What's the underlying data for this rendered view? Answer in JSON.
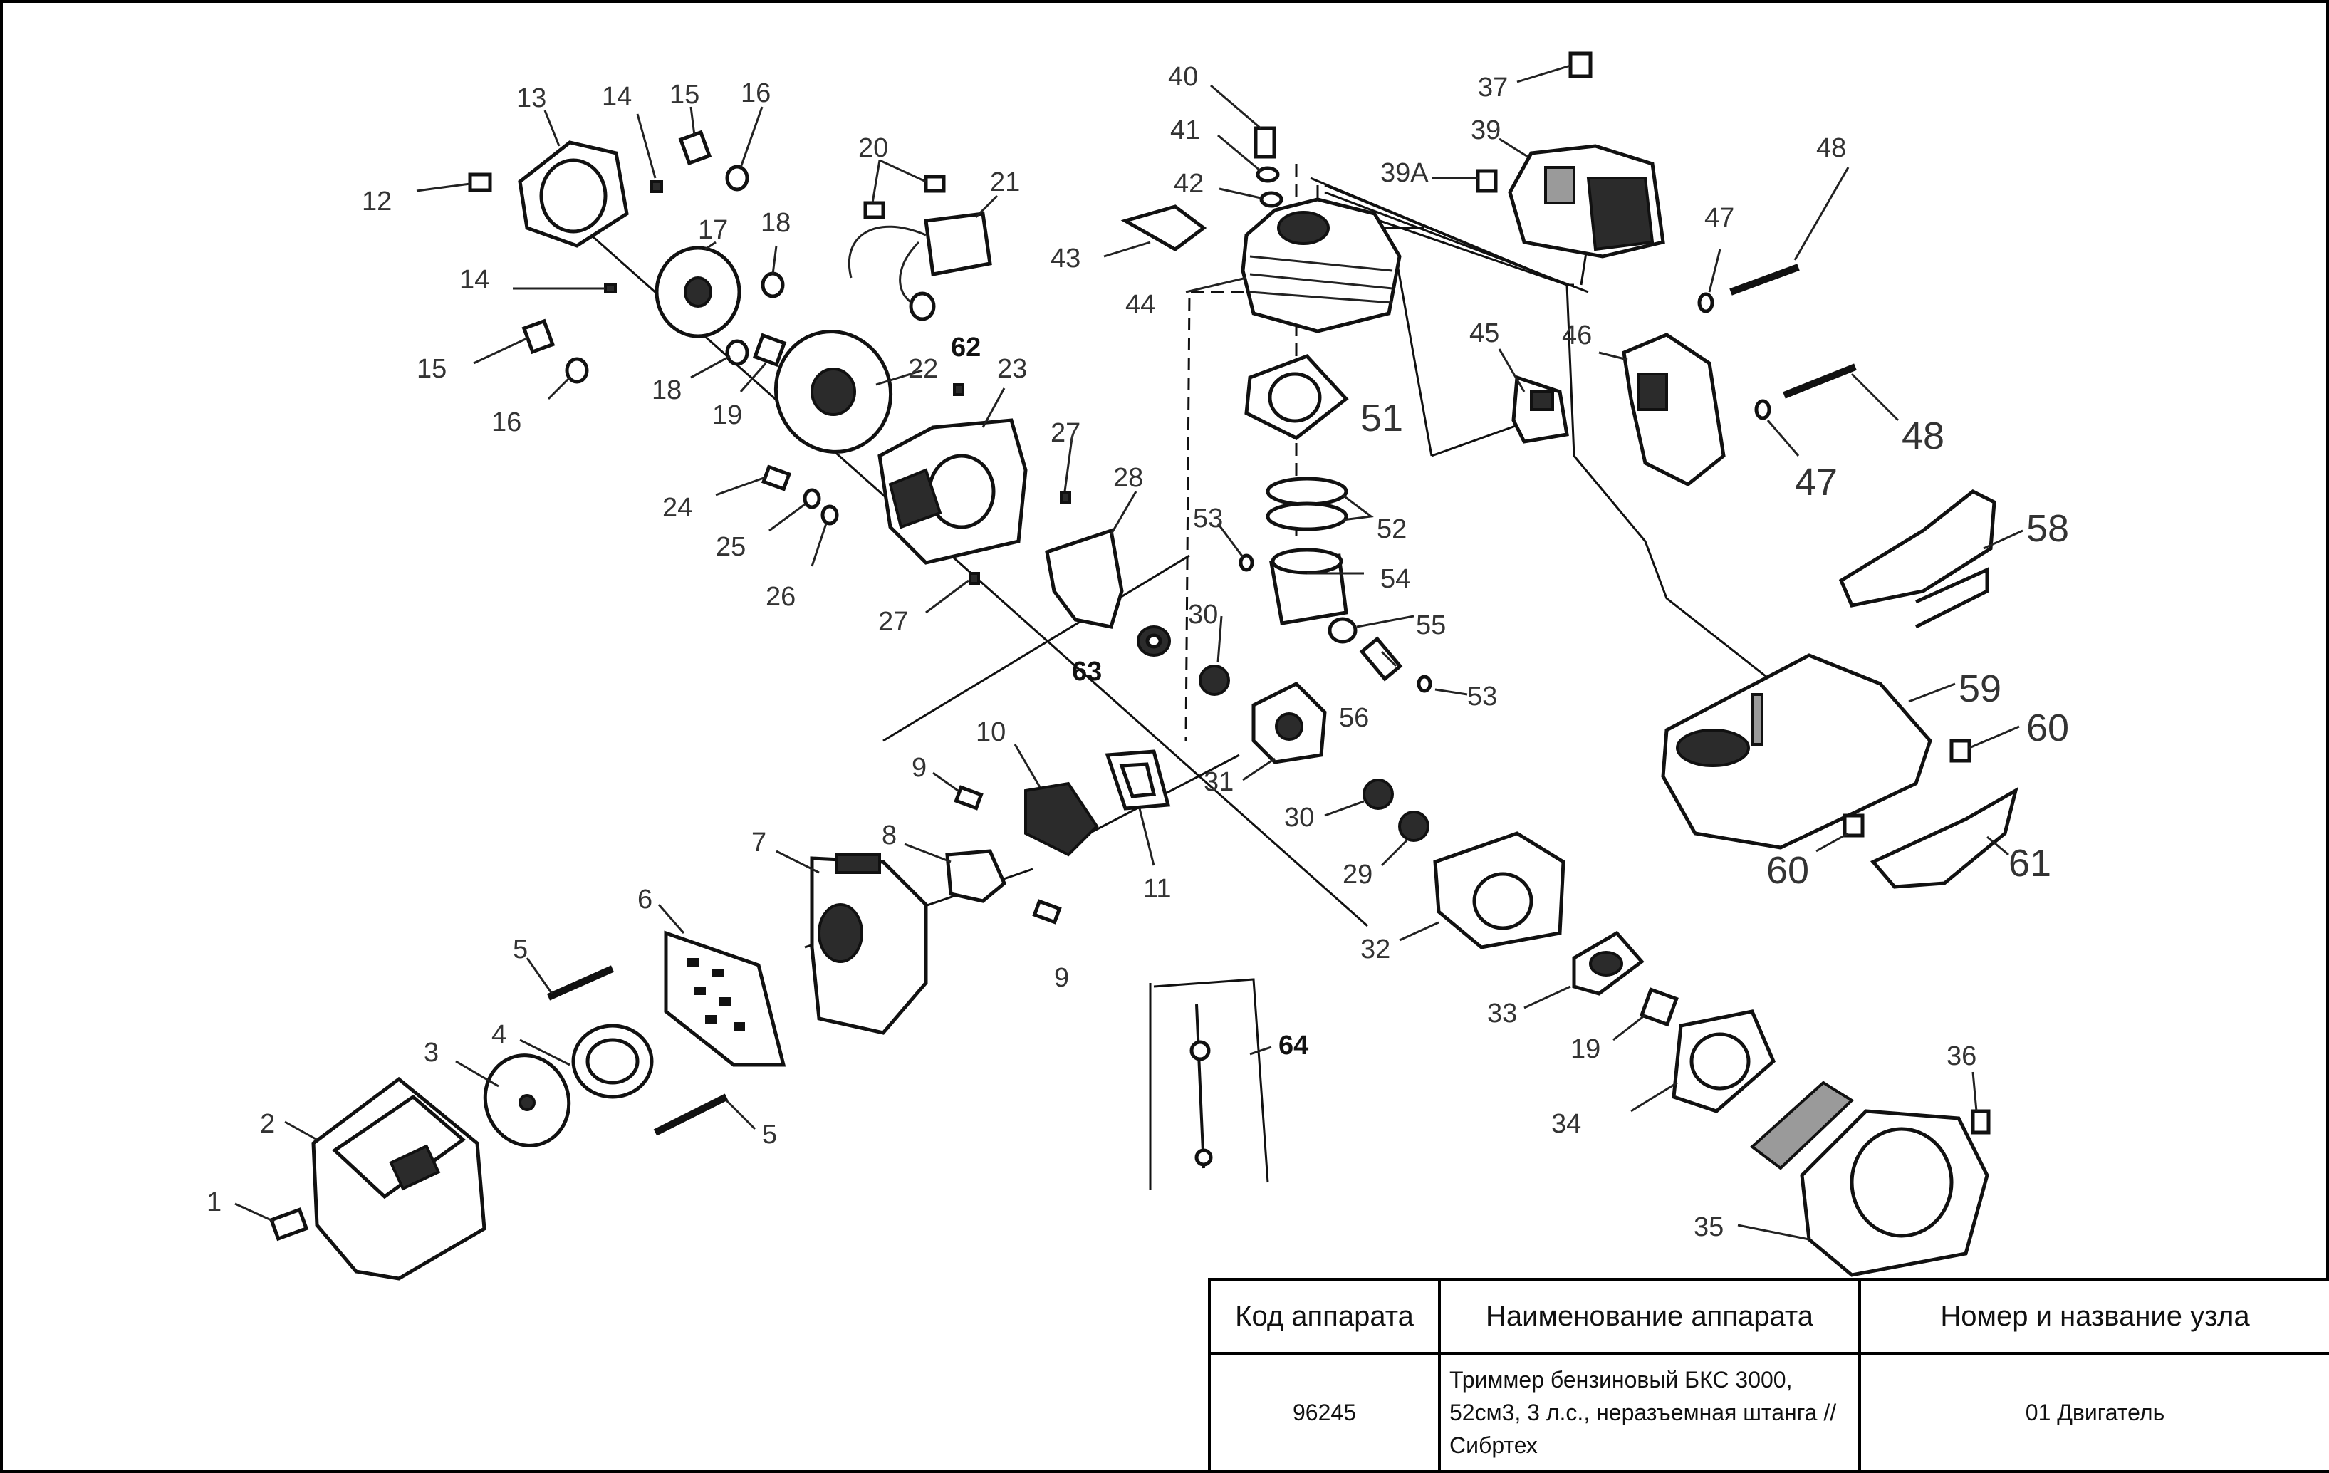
{
  "callouts": {
    "p1": "1",
    "p2": "2",
    "p3": "3",
    "p4": "4",
    "p5a": "5",
    "p5b": "5",
    "p6": "6",
    "p7": "7",
    "p8": "8",
    "p9a": "9",
    "p9b": "9",
    "p10": "10",
    "p11": "11",
    "p12": "12",
    "p13": "13",
    "p14a": "14",
    "p14b": "14",
    "p15a": "15",
    "p15b": "15",
    "p16a": "16",
    "p16b": "16",
    "p17": "17",
    "p18a": "18",
    "p18b": "18",
    "p19a": "19",
    "p19b": "19",
    "p20": "20",
    "p21": "21",
    "p22": "22",
    "p23": "23",
    "p24": "24",
    "p25": "25",
    "p26": "26",
    "p27a": "27",
    "p27b": "27",
    "p28": "28",
    "p29": "29",
    "p30a": "30",
    "p30b": "30",
    "p31": "31",
    "p32": "32",
    "p33": "33",
    "p34": "34",
    "p35": "35",
    "p36": "36",
    "p37": "37",
    "p39": "39",
    "p39a": "39A",
    "p40": "40",
    "p41": "41",
    "p42": "42",
    "p43": "43",
    "p44": "44",
    "p45": "45",
    "p46": "46",
    "p47a": "47",
    "p47b": "47",
    "p48a": "48",
    "p48b": "48",
    "p51": "51",
    "p52": "52",
    "p53a": "53",
    "p53b": "53",
    "p54": "54",
    "p55": "55",
    "p56": "56",
    "p58": "58",
    "p59": "59",
    "p60a": "60",
    "p60b": "60",
    "p61": "61",
    "p62": "62",
    "p63": "63",
    "p64": "64"
  },
  "title_block": {
    "header_code": "Код аппарата",
    "header_name": "Наименование аппарата",
    "header_unit": "Номер и название узла",
    "code": "96245",
    "name": "Триммер бензиновый БКС 3000, 52см3, 3 л.с., неразъемная штанга // Сибртех",
    "unit": "01 Двигатель"
  }
}
